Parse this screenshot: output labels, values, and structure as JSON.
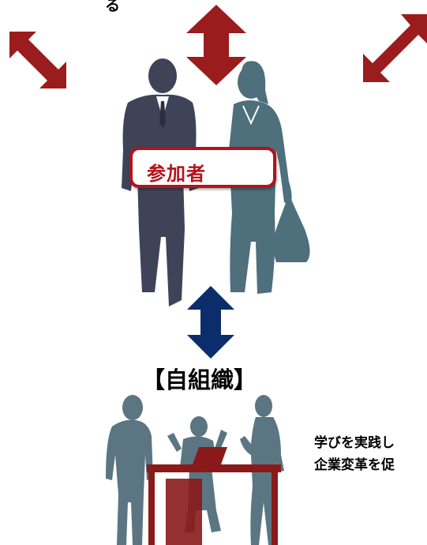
{
  "diagram": {
    "top_fragment_text": "る",
    "participant_label": "参加者",
    "organization_label": "【自組織】",
    "side_text": {
      "line1": "学びを実践し",
      "line2": "企業変革を促"
    },
    "colors": {
      "red_arrow": "#9b1c1c",
      "blue_arrow": "#0c2d6b",
      "man_silhouette": "#3f4358",
      "woman_silhouette": "#4e6f7c",
      "office_silhouette": "#5b7583",
      "desk": "#8a1a1a",
      "label_red": "#b5121b"
    },
    "icons": [
      "diagonal-double-arrow-icon",
      "vertical-double-arrow-icon",
      "diagonal-double-arrow-icon",
      "navy-vertical-double-arrow-icon",
      "business-people-silhouette",
      "office-meeting-silhouette"
    ]
  }
}
